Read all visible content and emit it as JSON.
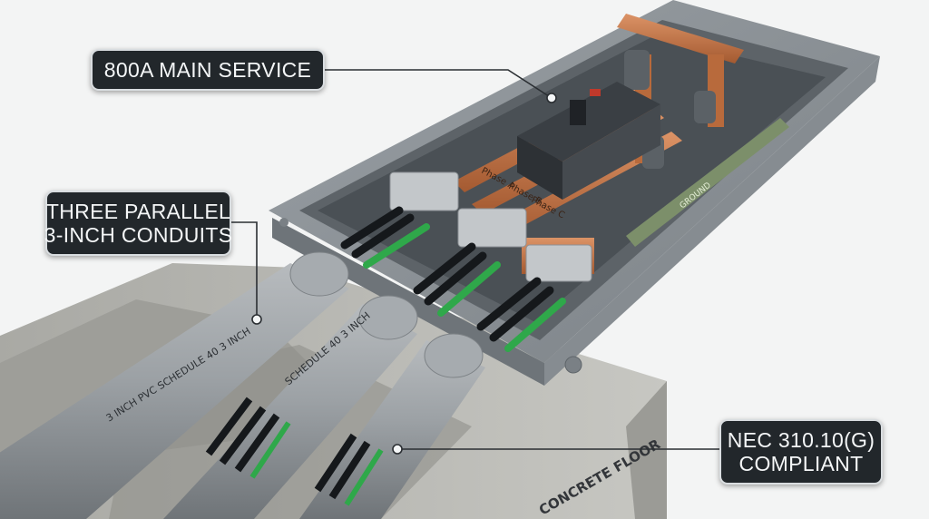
{
  "callouts": {
    "main_service": "800A MAIN SERVICE",
    "conduits_line1": "THREE PARALLEL",
    "conduits_line2": "3-INCH CONDUITS",
    "nec_line1": "NEC 310.10(G)",
    "nec_line2": "COMPLIANT"
  },
  "conduit_labels": {
    "left": "3 INCH PVC SCHEDULE 40 3 INCH",
    "middle": "SCHEDULE 40 3 INCH"
  },
  "busbar_labels": {
    "phase_a": "Phase A",
    "phase_b": "Phase B",
    "phase_c": "Phase C",
    "ground": "GROUND"
  },
  "floor_label": "CONCRETE FLOOR",
  "colors": {
    "callout_bg": "#22272b",
    "callout_border": "#d9dde0",
    "copper": "#c9794a",
    "ground_wire": "#2fa84a",
    "enclosure": "#8e9499",
    "conduit": "#9a9fa3",
    "concrete": "#b9b9b4"
  }
}
